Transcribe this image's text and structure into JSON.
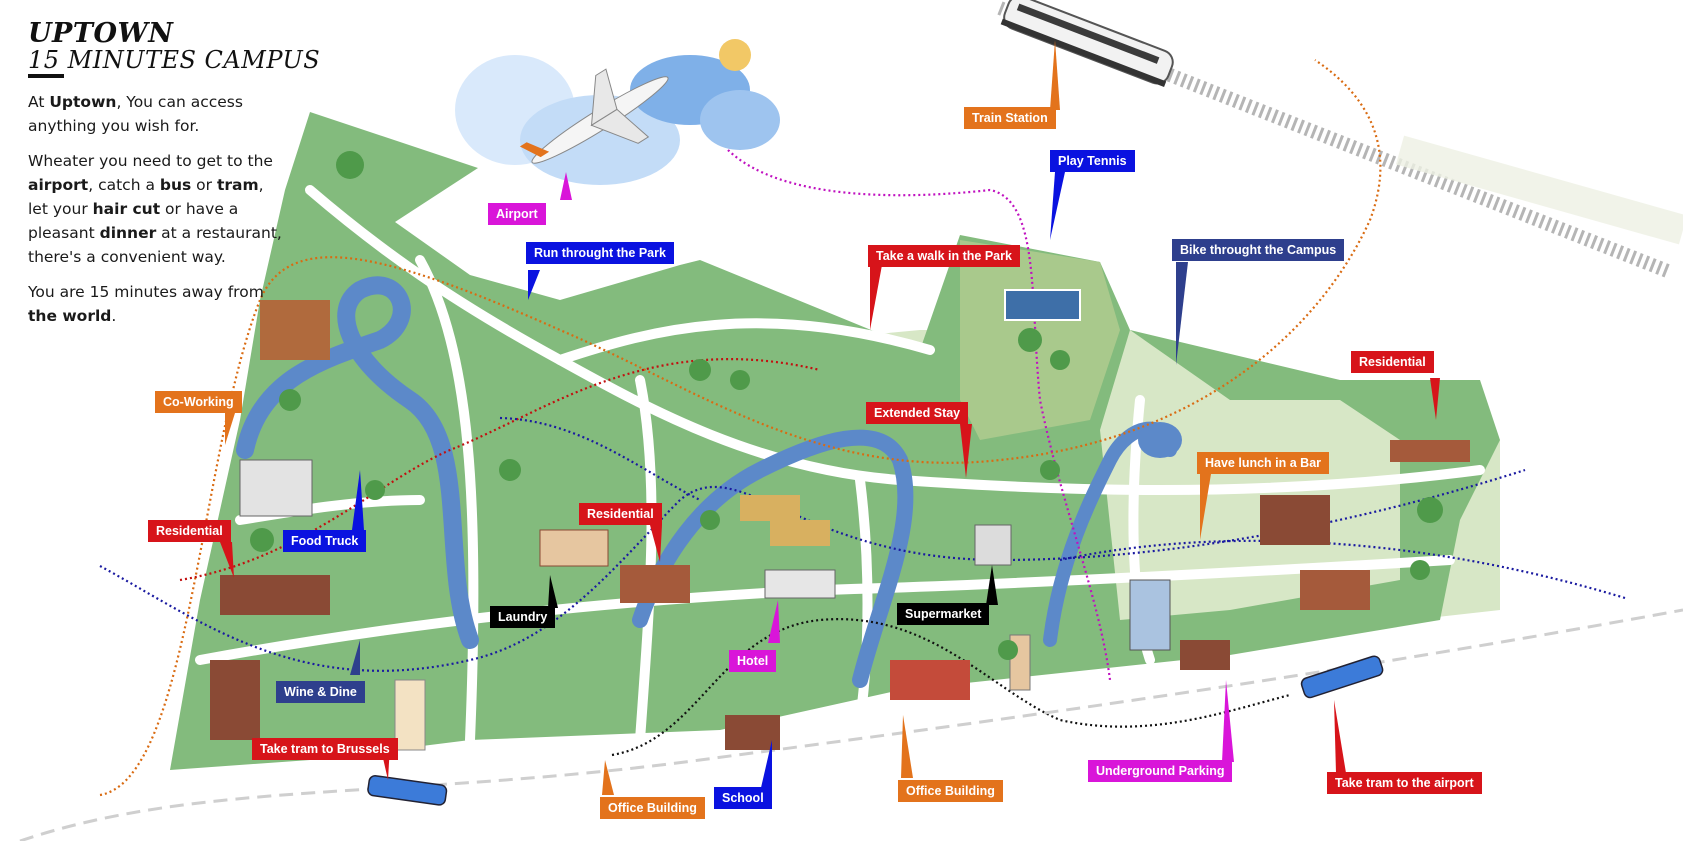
{
  "header": {
    "title_line1": "UPTOWN",
    "title_line2": "15 MINUTES CAMPUS"
  },
  "intro": {
    "p1_a": "At ",
    "p1_b": "Uptown",
    "p1_c": ", You can access anything you wish for.",
    "p2_a": "Wheater you need to get to the ",
    "p2_b": "airport",
    "p2_c": ", catch a ",
    "p2_d": "bus",
    "p2_e": " or ",
    "p2_f": "tram",
    "p2_g": ", let your ",
    "p2_h": "hair cut",
    "p2_i": " or have a pleasant ",
    "p2_j": "dinner",
    "p2_k": " at a restaurant, there's a convenient way.",
    "p3_a": "You are 15 minutes away from ",
    "p3_b": "the world",
    "p3_c": "."
  },
  "labels": {
    "train_station": "Train Station",
    "play_tennis": "Play Tennis",
    "airport": "Airport",
    "run_park": "Run throught the Park",
    "walk_park": "Take a walk in the Park",
    "bike_campus": "Bike throught the Campus",
    "co_working": "Co-Working",
    "extended_stay": "Extended Stay",
    "residential_ne": "Residential",
    "have_lunch": "Have lunch in a Bar",
    "residential_w": "Residential",
    "food_truck": "Food Truck",
    "residential_c": "Residential",
    "laundry": "Laundry",
    "supermarket": "Supermarket",
    "hotel": "Hotel",
    "wine_dine": "Wine & Dine",
    "tram_brussels": "Take tram to Brussels",
    "office_building_1": "Office Building",
    "school": "School",
    "office_building_2": "Office Building",
    "underground_parking": "Underground Parking",
    "tram_airport": "Take tram to the airport"
  },
  "colors": {
    "park_green": "#7fb77a",
    "light_green": "#cfe2bd",
    "road": "#ffffff",
    "water": "#5c89c9",
    "label_red": "#d7141a",
    "label_orange": "#e3731c",
    "label_blue": "#0a12e0",
    "label_navy": "#2e3f8d",
    "label_magenta": "#d915d9",
    "label_black": "#000000"
  }
}
